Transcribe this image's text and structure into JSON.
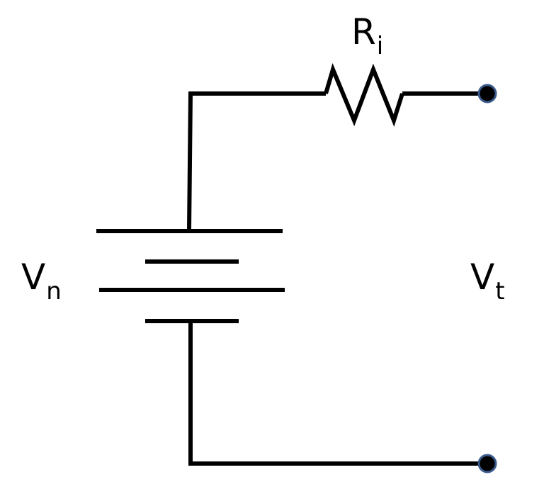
{
  "labels": {
    "resistor": {
      "main": "R",
      "sub": "i"
    },
    "source_voltage": {
      "main": "V",
      "sub": "n"
    },
    "terminal_voltage": {
      "main": "V",
      "sub": "t"
    }
  },
  "colors": {
    "wire": "#000000",
    "terminal_fill": "#000000",
    "terminal_outline": "#3b5a8c"
  }
}
